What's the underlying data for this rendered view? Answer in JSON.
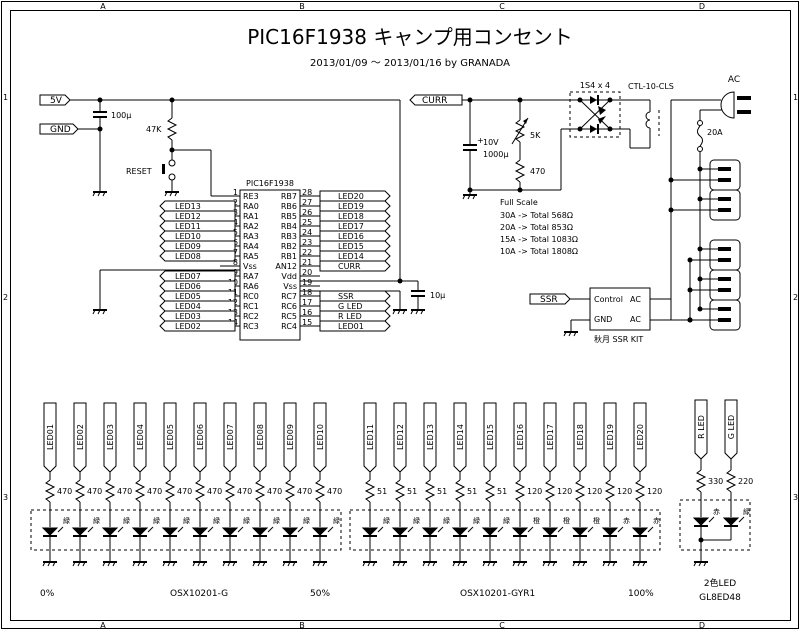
{
  "title": "PIC16F1938  キャンプ用コンセント",
  "subtitle": "2013/01/09 ～ 2013/01/16 by GRANADA",
  "frame": {
    "columns": [
      "A",
      "B",
      "C",
      "D"
    ],
    "rows": [
      "1",
      "2",
      "3"
    ]
  },
  "power": {
    "v5_label": "5V",
    "gnd_label": "GND",
    "cap_main": "100μ",
    "pullup": "47K",
    "reset_label": "RESET",
    "cap_vdd": "10μ"
  },
  "mcu": {
    "name": "PIC16F1938",
    "left_pins": [
      {
        "num": "1",
        "name": "RE3",
        "net": ""
      },
      {
        "num": "2",
        "name": "RA0",
        "net": "LED13"
      },
      {
        "num": "3",
        "name": "RA1",
        "net": "LED12"
      },
      {
        "num": "4",
        "name": "RA2",
        "net": "LED11"
      },
      {
        "num": "5",
        "name": "RA3",
        "net": "LED10"
      },
      {
        "num": "6",
        "name": "RA4",
        "net": "LED09"
      },
      {
        "num": "7",
        "name": "RA5",
        "net": "LED08"
      },
      {
        "num": "8",
        "name": "Vss",
        "net": ""
      },
      {
        "num": "9",
        "name": "RA7",
        "net": "LED07"
      },
      {
        "num": "10",
        "name": "RA6",
        "net": "LED06"
      },
      {
        "num": "11",
        "name": "RC0",
        "net": "LED05"
      },
      {
        "num": "12",
        "name": "RC1",
        "net": "LED04"
      },
      {
        "num": "13",
        "name": "RC2",
        "net": "LED03"
      },
      {
        "num": "14",
        "name": "RC3",
        "net": "LED02"
      }
    ],
    "right_pins": [
      {
        "num": "28",
        "name": "RB7",
        "net": "LED20"
      },
      {
        "num": "27",
        "name": "RB6",
        "net": "LED19"
      },
      {
        "num": "26",
        "name": "RB5",
        "net": "LED18"
      },
      {
        "num": "25",
        "name": "RB4",
        "net": "LED17"
      },
      {
        "num": "24",
        "name": "RB3",
        "net": "LED16"
      },
      {
        "num": "23",
        "name": "RB2",
        "net": "LED15"
      },
      {
        "num": "22",
        "name": "RB1",
        "net": "LED14"
      },
      {
        "num": "21",
        "name": "AN12",
        "net": "CURR"
      },
      {
        "num": "20",
        "name": "Vdd",
        "net": ""
      },
      {
        "num": "19",
        "name": "Vss",
        "net": ""
      },
      {
        "num": "18",
        "name": "RC7",
        "net": "SSR"
      },
      {
        "num": "17",
        "name": "RC6",
        "net": "G LED"
      },
      {
        "num": "16",
        "name": "RC5",
        "net": "R LED"
      },
      {
        "num": "15",
        "name": "RC4",
        "net": "LED01"
      }
    ]
  },
  "sense": {
    "curr_label": "CURR",
    "cap_voltage": "10V",
    "cap_value": "1000μ",
    "pot": "5K",
    "resistor": "470",
    "bridge": "1S4 x 4",
    "ct": "CTL-10-CLS",
    "full_scale_title": "Full Scale",
    "full_scale": [
      "30A -> Total  568Ω",
      "20A -> Total  853Ω",
      "15A -> Total 1083Ω",
      "10A -> Total 1808Ω"
    ]
  },
  "ac": {
    "plug_label": "AC",
    "fuse": "20A",
    "ssr_in_label": "SSR",
    "ssr_control": "Control",
    "ssr_gnd": "GND",
    "ssr_ac1": "AC",
    "ssr_ac2": "AC",
    "ssr_kit": "秋月 SSR KIT"
  },
  "bar1": {
    "leds": [
      "LED01",
      "LED02",
      "LED03",
      "LED04",
      "LED05",
      "LED06",
      "LED07",
      "LED08",
      "LED09",
      "LED10"
    ],
    "resistors": [
      "470",
      "470",
      "470",
      "470",
      "470",
      "470",
      "470",
      "470",
      "470",
      "470"
    ],
    "colors": [
      "緑",
      "緑",
      "緑",
      "緑",
      "緑",
      "緑",
      "緑",
      "緑",
      "緑",
      "緑"
    ],
    "part": "OSX10201-G",
    "left_label": "0%",
    "right_label": "50%"
  },
  "bar2": {
    "leds": [
      "LED11",
      "LED12",
      "LED13",
      "LED14",
      "LED15",
      "LED16",
      "LED17",
      "LED18",
      "LED19",
      "LED20"
    ],
    "resistors": [
      "51",
      "51",
      "51",
      "51",
      "51",
      "120",
      "120",
      "120",
      "120",
      "120"
    ],
    "colors": [
      "緑",
      "緑",
      "緑",
      "緑",
      "緑",
      "橙",
      "橙",
      "橙",
      "赤",
      "赤"
    ],
    "part": "OSX10201-GYR1",
    "right_label": "100%"
  },
  "bicolor": {
    "leds": [
      "R LED",
      "G LED"
    ],
    "resistors": [
      "330",
      "220"
    ],
    "colors": [
      "赤",
      "緑"
    ],
    "part_line1": "2色LED",
    "part_line2": "GL8ED48"
  }
}
